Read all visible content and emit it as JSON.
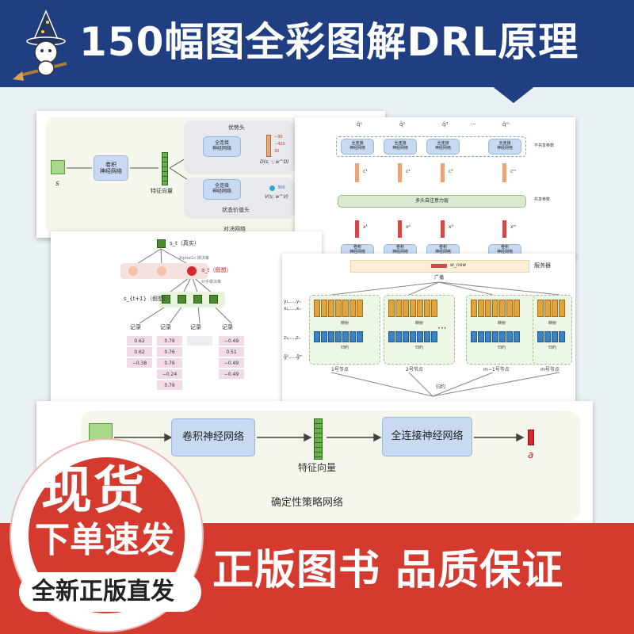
{
  "banner": {
    "title": "150幅图全彩图解DRL原理"
  },
  "colors": {
    "banner": "#1f3f82",
    "promo_red": "#d43a2e",
    "background": "#e9f1f5"
  },
  "icons": [
    "wizard-cat-mascot-icon"
  ],
  "sheet1": {
    "input_label": "s",
    "conv_box": "卷积\n神经网络",
    "feature_label": "特征向量",
    "advantage_head": "优势头",
    "fc_box_top": "全连接\n神经网络",
    "fc_box_bottom": "全连接\n神经网络",
    "adv_values": [
      "−90",
      "−420",
      "30"
    ],
    "d_label": "D(s, ·; w^D)",
    "value_num": "300",
    "v_label": "V(s; w^V)",
    "value_head": "状态价值头",
    "bottom_label": "对决网络"
  },
  "sheet2": {
    "q_labels": [
      "q̂¹",
      "q̂²",
      "q̂³",
      "···",
      "q̂ᵐ"
    ],
    "fc_box": "全连接\n神经网络",
    "not_shared": "不共享参数",
    "c_labels": [
      "c¹",
      "c²",
      "c³",
      "···",
      "cᵐ"
    ],
    "attention": "多头自注意力层",
    "shared": "共享参数",
    "x_labels": [
      "x¹",
      "x²",
      "x³",
      "···",
      "xᵐ"
    ],
    "conv_box": "卷积\n神经网络"
  },
  "sheet3": {
    "root_label": "s_t（真实）",
    "alphago_note": "AlphaGo 做决策",
    "action_label": "a_t（假想）",
    "opponent_note": "对手做决策",
    "next_label": "s_{t+1}（假想）",
    "record_label": "记录",
    "records": [
      [
        "0.62",
        "0.62",
        "−0.38"
      ],
      [
        "0.76",
        "0.76",
        "0.76",
        "−0.24",
        "0.76"
      ],
      [],
      [
        "−0.49",
        "0.51",
        "−0.49",
        "−0.49"
      ]
    ]
  },
  "sheet4": {
    "w_label": "w_now",
    "server_label": "服务器",
    "broadcast": "广播",
    "xy_label": "y₁,…,yₙ\nx₁,…,xₙ",
    "z_label": "z₁,…,zₙ",
    "g_label": "g̃¹,…,g̃ᵐ",
    "map_label": "映射",
    "reduce_label": "归约",
    "ellipsis": "···",
    "nodes": [
      "1号节点",
      "2号节点",
      "m−1号节点",
      "m号节点"
    ],
    "bottom_reduce": "归约"
  },
  "sheet5": {
    "conv_box": "卷积神经网络",
    "fc_box": "全连接神经网络",
    "feature_label": "特征向量",
    "output_label": "a",
    "caption": "确定性策略网络"
  },
  "promo": {
    "circle_line1": "现货",
    "circle_line2": "下单速发",
    "new_tag": "全新正版直发",
    "slogan": "正版图书 品质保证"
  }
}
